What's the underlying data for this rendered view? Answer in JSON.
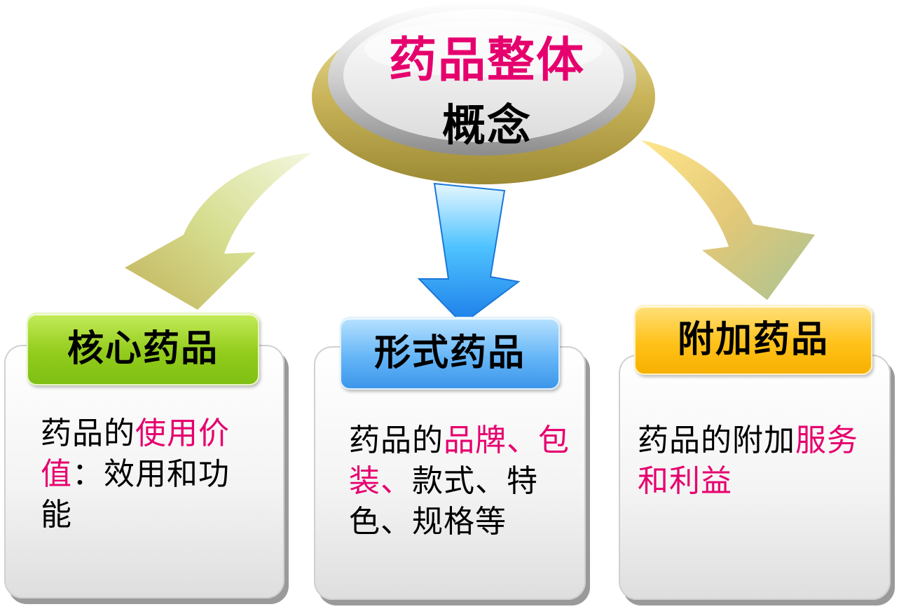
{
  "hub": {
    "title_line1": "药品整体",
    "title_line2": "概念"
  },
  "cards": [
    {
      "header": "核心药品",
      "body": [
        {
          "text": "药品的",
          "highlight": false
        },
        {
          "text": "使用价值",
          "highlight": true
        },
        {
          "text": "：效用和功能",
          "highlight": false
        }
      ]
    },
    {
      "header": "形式药品",
      "body": [
        {
          "text": "药品的",
          "highlight": false
        },
        {
          "text": "品牌、包装、",
          "highlight": true
        },
        {
          "text": "款式、特色、规格等",
          "highlight": false
        }
      ]
    },
    {
      "header": "附加药品",
      "body": [
        {
          "text": "药品的附加",
          "highlight": false
        },
        {
          "text": "服务和利益",
          "highlight": true
        }
      ]
    }
  ],
  "colors": {
    "highlight": "#e6006e",
    "core_header": "#93cc1c",
    "form_header": "#66b6f7",
    "extra_header": "#ffc21a"
  }
}
